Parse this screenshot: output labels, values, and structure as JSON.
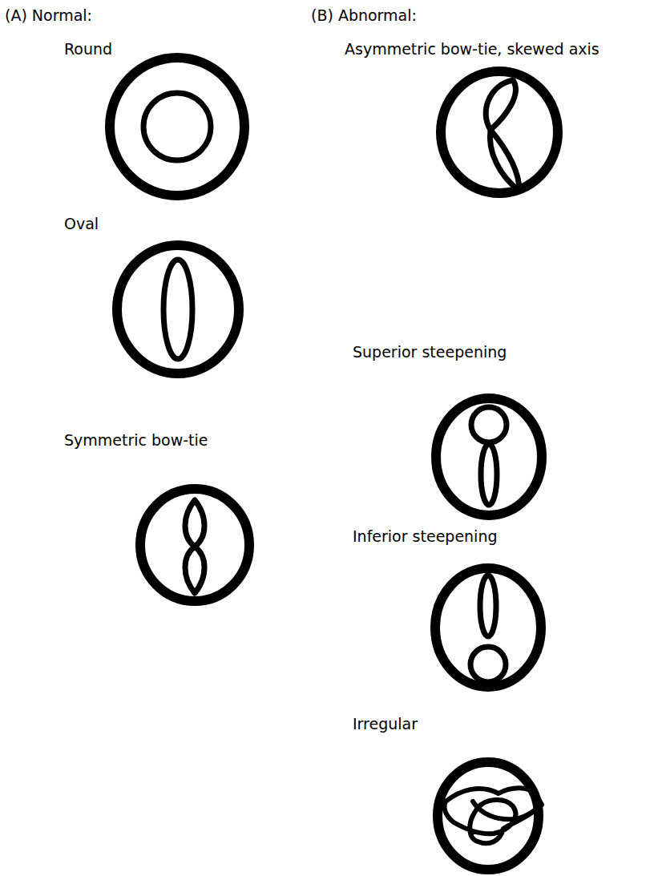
{
  "diagram": {
    "labels": [
      "(A) Normal:",
      "Round",
      "Oval",
      "Symmetric bow-tie",
      "(B) Abnormal:",
      "Asymmetric bow-tie, skewed axis",
      "Superior steepening",
      "Inferior steepening",
      "Irregular"
    ]
  }
}
